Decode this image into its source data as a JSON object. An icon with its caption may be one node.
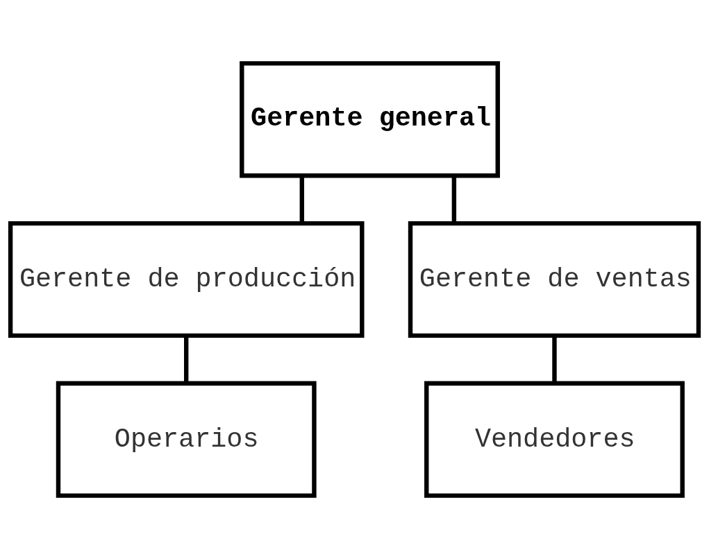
{
  "diagram": {
    "nodes": [
      {
        "text": [
          "Gerente general"
        ]
      },
      {
        "text": [
          "Gerente de producción"
        ]
      },
      {
        "text": [
          "Gerente de ventas"
        ]
      },
      {
        "text": [
          "Operarios"
        ]
      },
      {
        "text": [
          "Vendedores"
        ]
      }
    ],
    "edges": [
      {
        "from": 0,
        "to": 1,
        "arrow": "none"
      },
      {
        "from": 0,
        "to": 2,
        "arrow": "none"
      },
      {
        "from": 1,
        "to": 3,
        "arrow": "none"
      },
      {
        "from": 2,
        "to": 4,
        "arrow": "none"
      }
    ]
  }
}
